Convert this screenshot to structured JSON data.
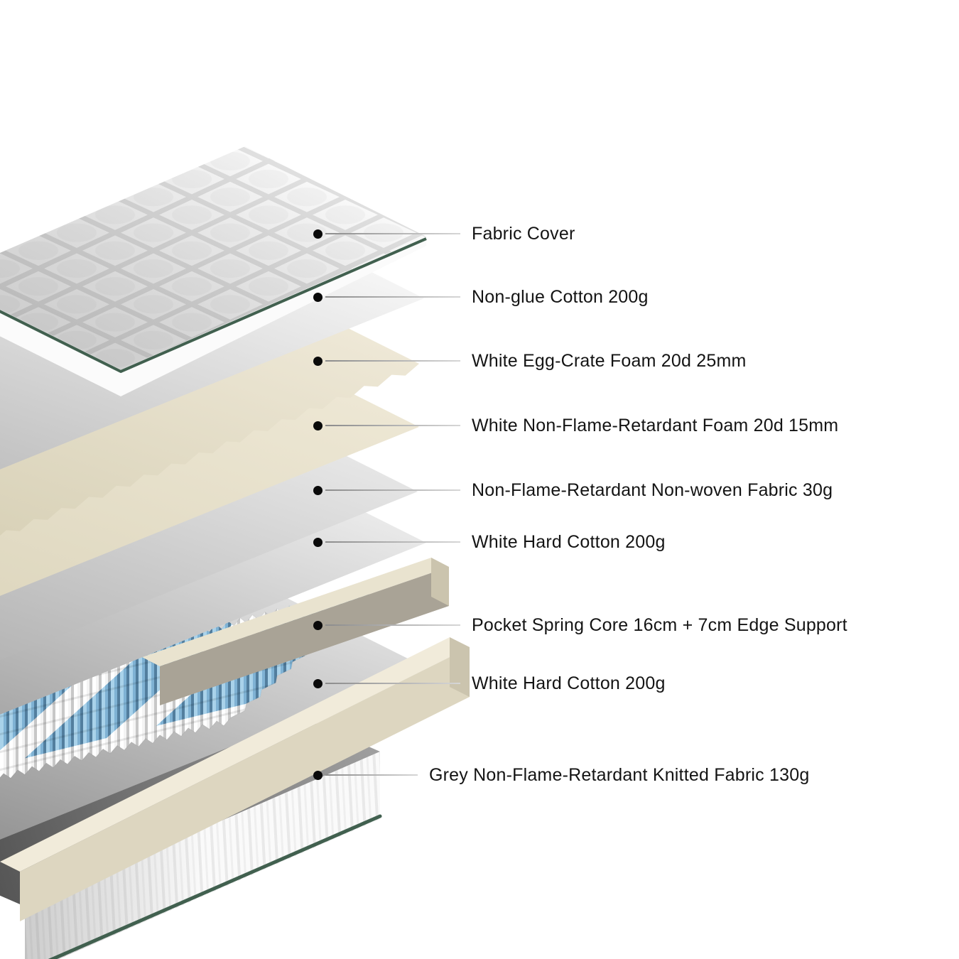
{
  "page": {
    "background": "#FFFFFF"
  },
  "diagram": {
    "name": "Mattress exploded layers diagram",
    "type": "exploded-layer-callout-diagram",
    "layers": [
      {
        "label": "Fabric Cover"
      },
      {
        "label": "Non-glue Cotton 200g"
      },
      {
        "label": "White Egg-Crate Foam 20d 25mm"
      },
      {
        "label": "White Non-Flame-Retardant Foam 20d 15mm"
      },
      {
        "label": "Non-Flame-Retardant Non-woven Fabric 30g"
      },
      {
        "label": "White Hard Cotton 200g"
      },
      {
        "label": "Pocket Spring Core 16cm + 7cm Edge Support"
      },
      {
        "label": "White Hard Cotton 200g"
      },
      {
        "label": "Grey Non-Flame-Retardant Knitted Fabric 130g"
      }
    ],
    "colors": {
      "green_piping": "#41604F",
      "spring_blue": "#7FB2D4",
      "spring_blue_light": "#A9D2EA",
      "spring_blue_dark": "#527E9E",
      "cream_top": "#F1EBDA",
      "cream_front": "#DDD6C0",
      "cream_end": "#CBC4AE",
      "back_rail_front": "#A9A396",
      "base_top_dark": "#4A4A4A",
      "base_top_light": "#A0A0A0",
      "label_text": "#141414",
      "leader_line_dark": "#8C8C8C",
      "leader_line_light": "#D6D6D6",
      "callout_dot": "#0A0A0A"
    }
  }
}
